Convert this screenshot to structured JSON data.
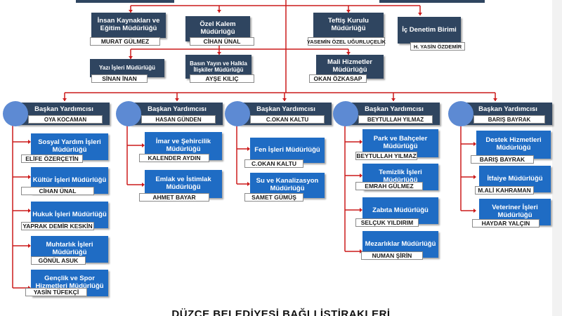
{
  "colors": {
    "dark_box": "#2f4560",
    "blue_box": "#1f6cc4",
    "circle": "#5d8ad3",
    "connector": "#cc1a1a"
  },
  "top_units": [
    {
      "id": "ik",
      "title": "İnsan Kaynakları ve Eğitim Müdürlüğü",
      "name": "MURAT GÜLMEZ"
    },
    {
      "id": "ok",
      "title": "Özel Kalem Müdürlüğü",
      "name": "CİHAN ÜNAL"
    },
    {
      "id": "tk",
      "title": "Teftiş Kurulu Müdürlüğü",
      "name": "YASEMİN ÖZEL UĞURLUÇELİK"
    },
    {
      "id": "id",
      "title": "İç Denetim Birimi",
      "name": "H. YASİN ÖZDEMİR"
    },
    {
      "id": "yi",
      "title": "Yazı İşleri Müdürlüğü",
      "name": "SİNAN İNAN"
    },
    {
      "id": "by",
      "title": "Basın Yayın ve Halkla İlişkiler Müdürlüğü",
      "name": "AYŞE KILIÇ"
    },
    {
      "id": "mh",
      "title": "Mali Hizmetler Müdürlüğü",
      "name": "OKAN ÖZKASAP"
    }
  ],
  "deputies": [
    {
      "title": "Başkan Yardımcısı",
      "name": "OYA KOCAMAN",
      "units": [
        {
          "title": "Sosyal Yardım İşleri Müdürlüğü",
          "name": "ELİFE ÖZERÇETİN"
        },
        {
          "title": "Kültür İşleri Müdürlüğü",
          "name": "CİHAN ÜNAL"
        },
        {
          "title": "Hukuk İşleri Müdürlüğü",
          "name": "YAPRAK DEMİR KESKİN"
        },
        {
          "title": "Muhtarlık İşleri Müdürlüğü",
          "name": "GÖNÜL ASUK"
        },
        {
          "title": "Gençlik ve Spor Hizmetleri Müdürlüğü",
          "name": "YASİN TÜFEKÇİ"
        }
      ]
    },
    {
      "title": "Başkan Yardımcısı",
      "name": "HASAN GÜNDEN",
      "units": [
        {
          "title": "İmar ve Şehircilik Müdürlüğü",
          "name": "KALENDER AYDIN"
        },
        {
          "title": "Emlak ve İstimlak Müdürlüğü",
          "name": "AHMET BAYAR"
        }
      ]
    },
    {
      "title": "Başkan Yardımcısı",
      "name": "C.OKAN KALTU",
      "units": [
        {
          "title": "Fen İşleri Müdürlüğü",
          "name": "C.OKAN KALTU"
        },
        {
          "title": "Su ve Kanalizasyon Müdürlüğü",
          "name": "SAMET GÜMÜŞ"
        }
      ]
    },
    {
      "title": "Başkan Yardımcısı",
      "name": "BEYTULLAH YILMAZ",
      "units": [
        {
          "title": "Park ve Bahçeler Müdürlüğü",
          "name": "BEYTULLAH YILMAZ"
        },
        {
          "title": "Temizlik İşleri Müdürlüğü",
          "name": "EMRAH GÜLMEZ"
        },
        {
          "title": "Zabıta Müdürlüğü",
          "name": "SELÇUK YILDIRIM"
        },
        {
          "title": "Mezarlıklar Müdürlüğü",
          "name": "NUMAN ŞİRİN"
        }
      ]
    },
    {
      "title": "Başkan Yardımcısı",
      "name": "BARIŞ BAYRAK",
      "units": [
        {
          "title": "Destek Hizmetleri Müdürlüğü",
          "name": "BARIŞ BAYRAK"
        },
        {
          "title": "İtfaiye Müdürlüğü",
          "name": "M.ALİ KAHRAMAN"
        },
        {
          "title": "Veteriner İşleri Müdürlüğü",
          "name": "HAYDAR YALÇIN"
        }
      ]
    }
  ],
  "footer_text": "DÜZCE BELEDİYESİ BAĞLI İŞTİRAKLERİ"
}
